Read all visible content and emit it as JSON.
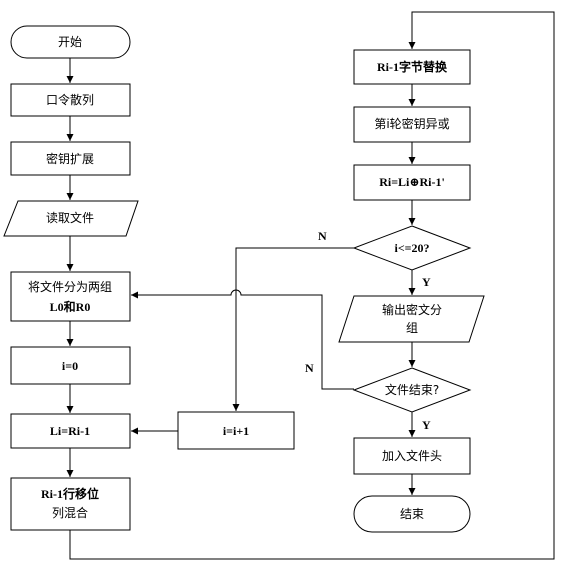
{
  "nodes": {
    "start": "开始",
    "pw_hash": "口令散列",
    "key_expand": "密钥扩展",
    "read_file": "读取文件",
    "split_line1": "将文件分为两组",
    "split_line2": "L0和R0",
    "init_i": "i=0",
    "assign_l": "Li=Ri-1",
    "shift_line1": "Ri-1行移位",
    "shift_line2": "列混合",
    "increment": "i=i+1",
    "sub_bytes": "Ri-1字节替换",
    "xor_key": "第i轮密钥异或",
    "compute_r": "Ri=Li⊕Ri-1'",
    "cond_i": "i<=20?",
    "output_line1": "输出密文分",
    "output_line2": "组",
    "cond_eof": "文件结束?",
    "add_header": "加入文件头",
    "end": "结束"
  },
  "edge_labels": {
    "cond_i_no": "N",
    "cond_i_yes": "Y",
    "cond_eof_no": "N",
    "cond_eof_yes": "Y"
  }
}
